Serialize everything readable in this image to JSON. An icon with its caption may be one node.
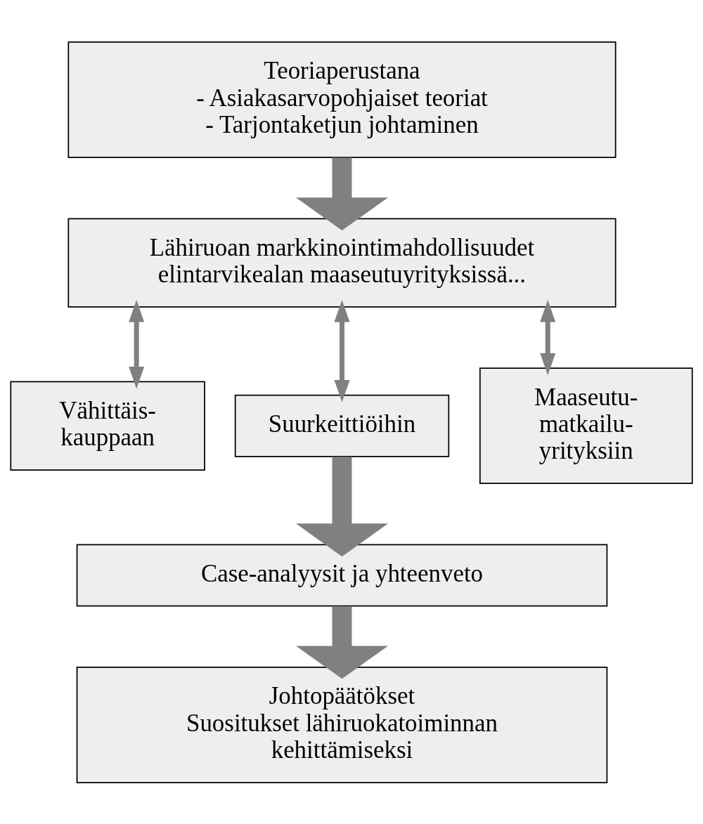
{
  "diagram": {
    "nodes": [
      {
        "text": [
          "Teoriaperustana",
          "- Asiakasarvopohjaiset teoriat",
          "- Tarjontaketjun johtaminen"
        ]
      },
      {
        "text": [
          "Lähiruoan markkinointimahdollisuudet elintarvikealan maaseutuyrityksissä..."
        ]
      },
      {
        "text": [
          "Vähittäis- kauppaan"
        ]
      },
      {
        "text": [
          "Suurkeittiöihin"
        ]
      },
      {
        "text": [
          "Maaseutu- matkailu- yrityksiin"
        ]
      },
      {
        "text": [
          "Case-analyysit ja yhteenveto"
        ]
      },
      {
        "text": [
          "Johtopäätökset",
          "Suositukset lähiruokatoiminnan kehittämiseksi"
        ]
      }
    ],
    "edges": [
      {
        "from": 0,
        "to": 1,
        "arrow": "to",
        "style": "thick"
      },
      {
        "from": 1,
        "to": 2,
        "arrow": "both"
      },
      {
        "from": 1,
        "to": 3,
        "arrow": "both"
      },
      {
        "from": 1,
        "to": 4,
        "arrow": "both"
      },
      {
        "from": 3,
        "to": 5,
        "arrow": "to",
        "style": "thick"
      },
      {
        "from": 5,
        "to": 6,
        "arrow": "to",
        "style": "thick"
      }
    ]
  }
}
